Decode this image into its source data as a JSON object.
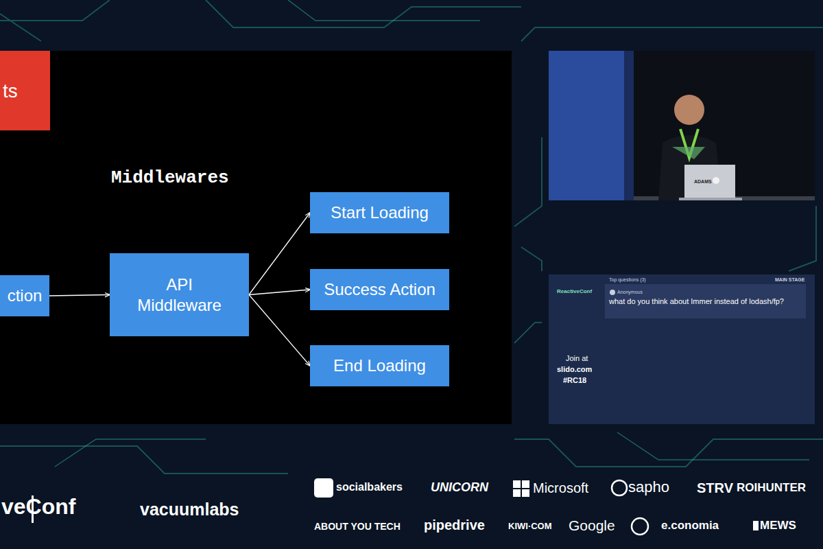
{
  "diagram": {
    "title": "Middlewares",
    "nodes": [
      {
        "text": [
          "ts"
        ]
      },
      {
        "text": [
          "ction"
        ]
      },
      {
        "text": [
          "API Middleware"
        ]
      },
      {
        "text": [
          "Start Loading"
        ]
      },
      {
        "text": [
          "Success Action"
        ]
      },
      {
        "text": [
          "End Loading"
        ]
      }
    ],
    "edges": [
      {
        "from": 1,
        "to": 2,
        "arrow": "to"
      },
      {
        "from": 2,
        "to": 3,
        "arrow": "to"
      },
      {
        "from": 2,
        "to": 4,
        "arrow": "to"
      },
      {
        "from": 2,
        "to": 5,
        "arrow": "to"
      }
    ],
    "labels": [
      "Top questions (3)",
      "MAIN STAGE",
      "Anonymous",
      "what do you think about Immer instead of lodash/fp?",
      "ReactiveConf",
      "Join at",
      "slido.com",
      "#RC18",
      "ADAMS",
      "socialbakers",
      "UNICORN",
      "Microsoft",
      "sapho",
      "STRV",
      "ROIHUNTER",
      "ABOUT YOU TECH",
      "pipedrive",
      "KIWI·COM",
      "Google",
      "e.conomia",
      "MEWS",
      "vacuumlabs",
      "veConf"
    ]
  }
}
